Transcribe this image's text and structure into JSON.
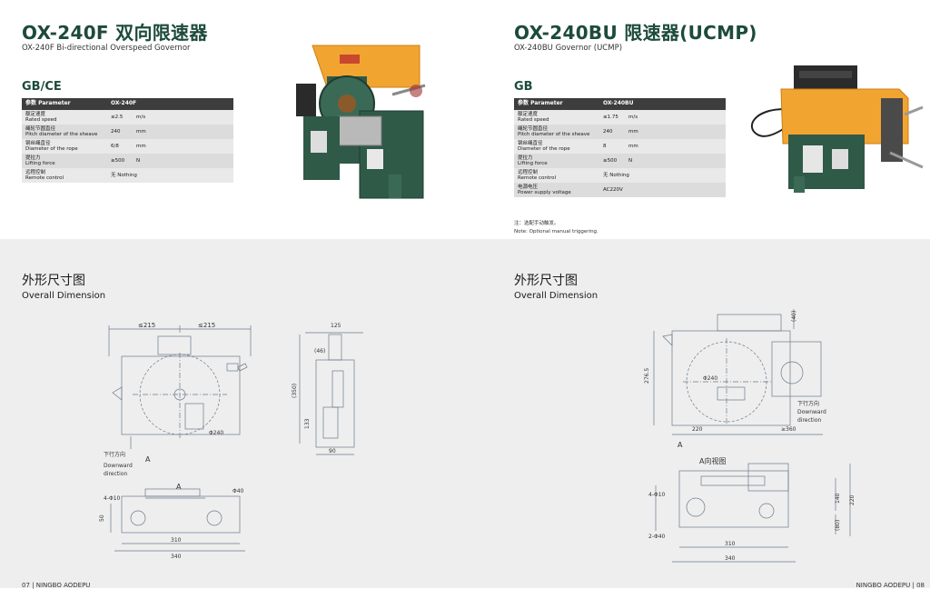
{
  "left": {
    "title": "OX-240F 双向限速器",
    "subtitle": "OX-240F Bi-directional Overspeed Governor",
    "standard": "GB/CE",
    "table": {
      "header": {
        "param": "参数 Parameter",
        "model": "OX-240F"
      },
      "rows": [
        {
          "cn": "额定速度",
          "en": "Rated speed",
          "value": "≤2.5",
          "unit": "m/s"
        },
        {
          "cn": "绳轮节圆直径",
          "en": "Pitch diameter of the sheave",
          "value": "240",
          "unit": "mm"
        },
        {
          "cn": "钢丝绳直径",
          "en": "Diameter of the rope",
          "value": "6/8",
          "unit": "mm"
        },
        {
          "cn": "提拉力",
          "en": "Lifting force",
          "value": "≥500",
          "unit": "N"
        },
        {
          "cn": "远程控制",
          "en": "Remote control",
          "value": "无  Nothing",
          "unit": ""
        }
      ]
    },
    "section_cn": "外形尺寸图",
    "section_en": "Overall Dimension",
    "dims": {
      "w1": "≤215",
      "w2": "≤215",
      "d240": "Φ240",
      "downward": "下行方向",
      "downward_en1": "Downward",
      "downward_en2": "direction",
      "arrowA": "A",
      "labelA": "A",
      "side_top": "125",
      "side_46": "(46)",
      "side_350": "(350)",
      "side_133": "133",
      "side_90": "90",
      "b_4phi10": "4-Φ10",
      "b_50": "50",
      "b_phi40": "Φ40",
      "b_310": "310",
      "b_340": "340"
    },
    "footer": "07 | NINGBO AODEPU"
  },
  "right": {
    "title": "OX-240BU 限速器(UCMP)",
    "subtitle": "OX-240BU Governor (UCMP)",
    "standard": "GB",
    "table": {
      "header": {
        "param": "参数 Parameter",
        "model": "OX-240BU"
      },
      "rows": [
        {
          "cn": "额定速度",
          "en": "Rated speed",
          "value": "≤1.75",
          "unit": "m/s"
        },
        {
          "cn": "绳轮节圆直径",
          "en": "Pitch diameter of the sheave",
          "value": "240",
          "unit": "mm"
        },
        {
          "cn": "钢丝绳直径",
          "en": "Diameter of the rope",
          "value": "8",
          "unit": "mm"
        },
        {
          "cn": "提拉力",
          "en": "Lifting force",
          "value": "≥500",
          "unit": "N"
        },
        {
          "cn": "远程控制",
          "en": "Remote control",
          "value": "无  Nothing",
          "unit": ""
        },
        {
          "cn": "电源电压",
          "en": "Power supply voltage",
          "value": "AC220V",
          "unit": ""
        }
      ]
    },
    "note_cn": "注：选配手动触发。",
    "note_en": "Note: Optional manual triggering.",
    "section_cn": "外形尺寸图",
    "section_en": "Overall Dimension",
    "dims": {
      "h276": "276.5",
      "d240": "Φ240",
      "w220": "220",
      "w360": "≥360",
      "h40": "(40)",
      "downward": "下行方向",
      "downward_en1": "Downward",
      "downward_en2": "direction",
      "arrowA": "A",
      "view": "A向视图",
      "b_4phi10": "4-Φ10",
      "b_2phi40": "2-Φ40",
      "b_310": "310",
      "b_340": "340",
      "b_140": "140",
      "b_220": "220",
      "b_80": "(80)"
    },
    "footer": "NINGBO AODEPU | 08"
  },
  "colors": {
    "title": "#1d4a3c",
    "machine_green": "#2f5a48",
    "machine_orange": "#f2a431"
  }
}
